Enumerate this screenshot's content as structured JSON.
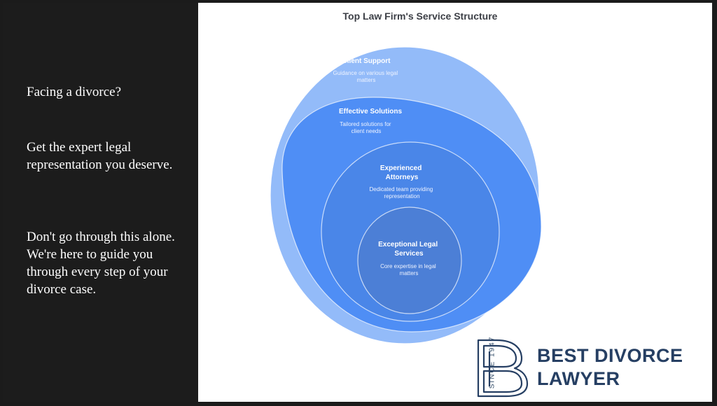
{
  "left_panel": {
    "line1": "Facing a divorce?",
    "line2": "Get the expert legal representation you deserve.",
    "line3": "Don't go through this alone. We're here to guide you through every step of your divorce case."
  },
  "diagram": {
    "title": "Top Law Firm's Service Structure",
    "layers": [
      {
        "title_lines": [
          "Client Support"
        ],
        "desc_lines": [
          "Guidance on various legal",
          "matters"
        ],
        "color": "#93bbf9"
      },
      {
        "title_lines": [
          "Effective Solutions"
        ],
        "desc_lines": [
          "Tailored solutions for",
          "client needs"
        ],
        "color": "#4f8ef5"
      },
      {
        "title_lines": [
          "Experienced",
          "Attorneys"
        ],
        "desc_lines": [
          "Dedicated team providing",
          "representation"
        ],
        "color": "#4a86e8"
      },
      {
        "title_lines": [
          "Exceptional Legal",
          "Services"
        ],
        "desc_lines": [
          "Core expertise in legal",
          "matters"
        ],
        "color": "#4c7fd6"
      }
    ]
  },
  "logo": {
    "since": "SINCE 1947",
    "line1": "BEST DIVORCE",
    "line2": "LAWYER",
    "color": "#263f63"
  }
}
